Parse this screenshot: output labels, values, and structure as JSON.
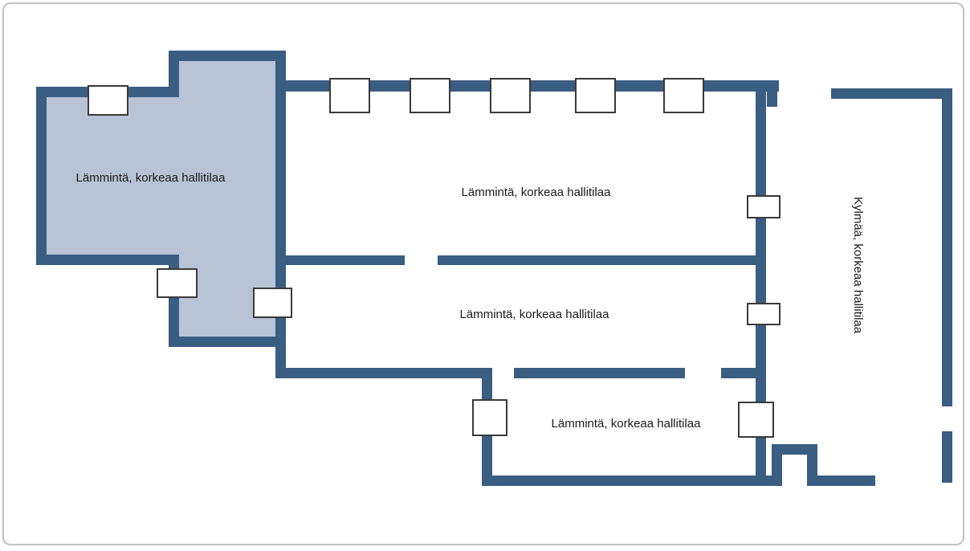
{
  "diagram": {
    "type": "floor-plan",
    "rooms": [
      {
        "id": "left-hall",
        "label": "Lämmintä, korkeaa hallitilaa",
        "shaded": true,
        "text_orientation": "horizontal"
      },
      {
        "id": "hall-1",
        "label": "Lämmintä, korkeaa hallitilaa",
        "shaded": false,
        "text_orientation": "horizontal"
      },
      {
        "id": "hall-2",
        "label": "Lämmintä, korkeaa hallitilaa",
        "shaded": false,
        "text_orientation": "horizontal"
      },
      {
        "id": "hall-3",
        "label": "Lämmintä, korkeaa hallitilaa",
        "shaded": false,
        "text_orientation": "horizontal"
      },
      {
        "id": "cold-hall",
        "label": "Kylmää, korkeaa hallitilaa",
        "shaded": false,
        "text_orientation": "vertical"
      }
    ],
    "openings": {
      "top_window_count": 5,
      "door_count": 7
    },
    "colors": {
      "wall": "#3a5d82",
      "shaded_fill": "#b8c3d6",
      "background": "#ffffff",
      "opening_border": "#3a3a3a",
      "frame_border": "#c2c2c2",
      "label_text": "#1a1a1a"
    }
  }
}
